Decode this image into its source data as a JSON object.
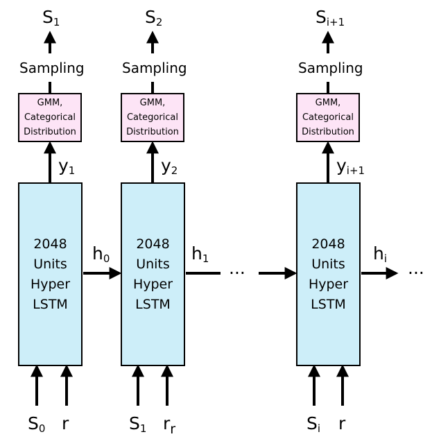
{
  "columns": [
    {
      "output": {
        "base": "S",
        "sub": "1"
      },
      "sampling_label": "Sampling",
      "gmm_lines": [
        "GMM,",
        "Categorical",
        "Distribution"
      ],
      "y_label": {
        "base": "y",
        "sub": "1"
      },
      "lstm_lines": [
        "2048",
        "Units",
        "Hyper",
        "LSTM"
      ],
      "inputs": [
        {
          "base": "S",
          "sub": "0"
        },
        {
          "base": "r",
          "sub": ""
        }
      ]
    },
    {
      "output": {
        "base": "S",
        "sub": "2"
      },
      "sampling_label": "Sampling",
      "gmm_lines": [
        "GMM,",
        "Categorical",
        "Distribution"
      ],
      "y_label": {
        "base": "y",
        "sub": "2"
      },
      "lstm_lines": [
        "2048",
        "Units",
        "Hyper",
        "LSTM"
      ],
      "inputs": [
        {
          "base": "S",
          "sub": "1"
        },
        {
          "base": "r",
          "sub": "r"
        }
      ]
    },
    {
      "output": {
        "base": "S",
        "sub": "i+1"
      },
      "sampling_label": "Sampling",
      "gmm_lines": [
        "GMM,",
        "Categorical",
        "Distribution"
      ],
      "y_label": {
        "base": "y",
        "sub": "i+1"
      },
      "lstm_lines": [
        "2048",
        "Units",
        "Hyper",
        "LSTM"
      ],
      "inputs": [
        {
          "base": "S",
          "sub": "i"
        },
        {
          "base": "r",
          "sub": ""
        }
      ]
    }
  ],
  "hidden_labels": [
    {
      "base": "h",
      "sub": "0"
    },
    {
      "base": "h",
      "sub": "1"
    },
    {
      "base": "h",
      "sub": "i"
    }
  ],
  "ellipsis": [
    "···",
    "···"
  ],
  "colors": {
    "lstm_fill": "#cdeef9",
    "gmm_fill": "#fde4f6",
    "stroke": "#000000"
  }
}
